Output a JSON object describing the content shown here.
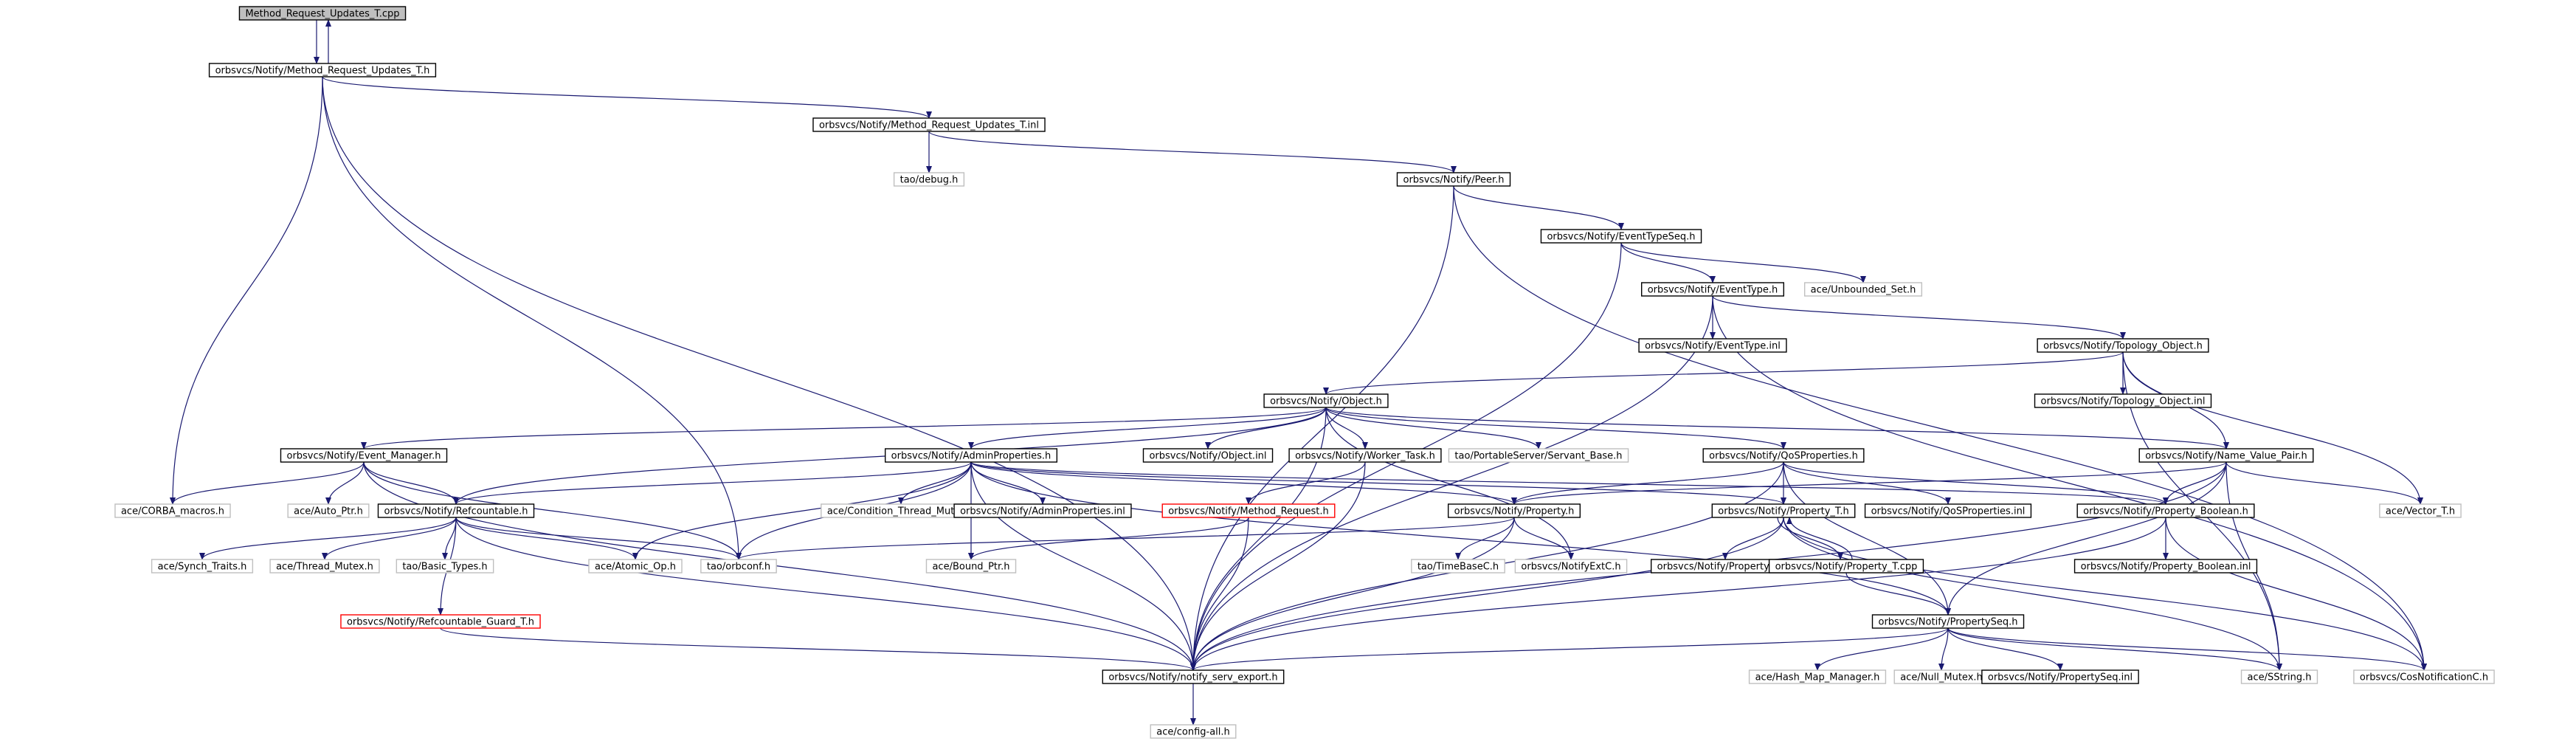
{
  "diagram": {
    "type": "include-dependency-graph",
    "colors": {
      "edge": "#191970",
      "root_fill": "#bfbfbf",
      "node_border": "#000000",
      "missing_border": "#bfbfbf",
      "truncated_border": "#ff0000",
      "text": "#000000"
    },
    "nodes": [
      {
        "id": "cpp",
        "label": "Method_Request_Updates_T.cpp",
        "kind": "root"
      },
      {
        "id": "mrut_h",
        "label": "orbsvcs/Notify/Method_Request_Updates_T.h",
        "kind": "normal"
      },
      {
        "id": "mrut_inl",
        "label": "orbsvcs/Notify/Method_Request_Updates_T.inl",
        "kind": "normal"
      },
      {
        "id": "debug",
        "label": "tao/debug.h",
        "kind": "missing"
      },
      {
        "id": "peer",
        "label": "orbsvcs/Notify/Peer.h",
        "kind": "normal"
      },
      {
        "id": "ets",
        "label": "orbsvcs/Notify/EventTypeSeq.h",
        "kind": "normal"
      },
      {
        "id": "unbset",
        "label": "ace/Unbounded_Set.h",
        "kind": "missing"
      },
      {
        "id": "et",
        "label": "orbsvcs/Notify/EventType.h",
        "kind": "normal"
      },
      {
        "id": "et_inl",
        "label": "orbsvcs/Notify/EventType.inl",
        "kind": "normal"
      },
      {
        "id": "topo",
        "label": "orbsvcs/Notify/Topology_Object.h",
        "kind": "normal"
      },
      {
        "id": "topo_inl",
        "label": "orbsvcs/Notify/Topology_Object.inl",
        "kind": "normal"
      },
      {
        "id": "obj",
        "label": "orbsvcs/Notify/Object.h",
        "kind": "normal"
      },
      {
        "id": "evm",
        "label": "orbsvcs/Notify/Event_Manager.h",
        "kind": "normal"
      },
      {
        "id": "adminp",
        "label": "orbsvcs/Notify/AdminProperties.h",
        "kind": "normal"
      },
      {
        "id": "obj_inl",
        "label": "orbsvcs/Notify/Object.inl",
        "kind": "normal"
      },
      {
        "id": "wtask",
        "label": "orbsvcs/Notify/Worker_Task.h",
        "kind": "normal"
      },
      {
        "id": "servant",
        "label": "tao/PortableServer/Servant_Base.h",
        "kind": "missing"
      },
      {
        "id": "qosp",
        "label": "orbsvcs/Notify/QoSProperties.h",
        "kind": "normal"
      },
      {
        "id": "nvp",
        "label": "orbsvcs/Notify/Name_Value_Pair.h",
        "kind": "normal"
      },
      {
        "id": "corba_macros",
        "label": "ace/CORBA_macros.h",
        "kind": "missing"
      },
      {
        "id": "autoptr",
        "label": "ace/Auto_Ptr.h",
        "kind": "missing"
      },
      {
        "id": "refc",
        "label": "orbsvcs/Notify/Refcountable.h",
        "kind": "normal"
      },
      {
        "id": "cond",
        "label": "ace/Condition_Thread_Mutex.h",
        "kind": "missing"
      },
      {
        "id": "adminp_inl",
        "label": "orbsvcs/Notify/AdminProperties.inl",
        "kind": "normal"
      },
      {
        "id": "mreq",
        "label": "orbsvcs/Notify/Method_Request.h",
        "kind": "truncated"
      },
      {
        "id": "prop",
        "label": "orbsvcs/Notify/Property.h",
        "kind": "normal"
      },
      {
        "id": "propT",
        "label": "orbsvcs/Notify/Property_T.h",
        "kind": "normal"
      },
      {
        "id": "qosp_inl",
        "label": "orbsvcs/Notify/QoSProperties.inl",
        "kind": "normal"
      },
      {
        "id": "propB",
        "label": "orbsvcs/Notify/Property_Boolean.h",
        "kind": "normal"
      },
      {
        "id": "vector",
        "label": "ace/Vector_T.h",
        "kind": "missing"
      },
      {
        "id": "synch",
        "label": "ace/Synch_Traits.h",
        "kind": "missing"
      },
      {
        "id": "tmutex",
        "label": "ace/Thread_Mutex.h",
        "kind": "missing"
      },
      {
        "id": "basic",
        "label": "tao/Basic_Types.h",
        "kind": "missing"
      },
      {
        "id": "atomic",
        "label": "ace/Atomic_Op.h",
        "kind": "missing"
      },
      {
        "id": "orbconf",
        "label": "tao/orbconf.h",
        "kind": "missing"
      },
      {
        "id": "bound",
        "label": "ace/Bound_Ptr.h",
        "kind": "missing"
      },
      {
        "id": "tbase",
        "label": "tao/TimeBaseC.h",
        "kind": "missing"
      },
      {
        "id": "nextc",
        "label": "orbsvcs/NotifyExtC.h",
        "kind": "missing"
      },
      {
        "id": "propT_inl",
        "label": "orbsvcs/Notify/Property_T.inl",
        "kind": "normal"
      },
      {
        "id": "propT_cpp",
        "label": "orbsvcs/Notify/Property_T.cpp",
        "kind": "normal"
      },
      {
        "id": "propB_inl",
        "label": "orbsvcs/Notify/Property_Boolean.inl",
        "kind": "normal"
      },
      {
        "id": "refguard",
        "label": "orbsvcs/Notify/Refcountable_Guard_T.h",
        "kind": "truncated"
      },
      {
        "id": "pseq",
        "label": "orbsvcs/Notify/PropertySeq.h",
        "kind": "normal"
      },
      {
        "id": "export",
        "label": "orbsvcs/Notify/notify_serv_export.h",
        "kind": "normal"
      },
      {
        "id": "hashmap",
        "label": "ace/Hash_Map_Manager.h",
        "kind": "missing"
      },
      {
        "id": "nullmutex",
        "label": "ace/Null_Mutex.h",
        "kind": "missing"
      },
      {
        "id": "pseq_inl",
        "label": "orbsvcs/Notify/PropertySeq.inl",
        "kind": "normal"
      },
      {
        "id": "sstring",
        "label": "ace/SString.h",
        "kind": "missing"
      },
      {
        "id": "cosnot",
        "label": "orbsvcs/CosNotificationC.h",
        "kind": "missing"
      },
      {
        "id": "configall",
        "label": "ace/config-all.h",
        "kind": "missing"
      }
    ],
    "edges": [
      [
        "cpp",
        "mrut_h"
      ],
      [
        "mrut_h",
        "cpp"
      ],
      [
        "mrut_h",
        "mrut_inl"
      ],
      [
        "mrut_h",
        "corba_macros"
      ],
      [
        "mrut_h",
        "orbconf"
      ],
      [
        "mrut_h",
        "export"
      ],
      [
        "mrut_inl",
        "debug"
      ],
      [
        "mrut_inl",
        "peer"
      ],
      [
        "peer",
        "ets"
      ],
      [
        "peer",
        "export"
      ],
      [
        "peer",
        "cosnot"
      ],
      [
        "ets",
        "et"
      ],
      [
        "ets",
        "unbset"
      ],
      [
        "ets",
        "export"
      ],
      [
        "et",
        "et_inl"
      ],
      [
        "et",
        "topo"
      ],
      [
        "et",
        "export"
      ],
      [
        "et",
        "cosnot"
      ],
      [
        "topo",
        "topo_inl"
      ],
      [
        "topo",
        "obj"
      ],
      [
        "topo",
        "nvp"
      ],
      [
        "topo",
        "vector"
      ],
      [
        "topo",
        "sstring"
      ],
      [
        "obj",
        "evm"
      ],
      [
        "obj",
        "adminp"
      ],
      [
        "obj",
        "obj_inl"
      ],
      [
        "obj",
        "wtask"
      ],
      [
        "obj",
        "servant"
      ],
      [
        "obj",
        "qosp"
      ],
      [
        "obj",
        "nvp"
      ],
      [
        "obj",
        "refc"
      ],
      [
        "obj",
        "export"
      ],
      [
        "obj",
        "nextc"
      ],
      [
        "evm",
        "corba_macros"
      ],
      [
        "evm",
        "autoptr"
      ],
      [
        "evm",
        "refc"
      ],
      [
        "evm",
        "orbconf"
      ],
      [
        "evm",
        "export"
      ],
      [
        "adminp",
        "cond"
      ],
      [
        "adminp",
        "adminp_inl"
      ],
      [
        "adminp",
        "prop"
      ],
      [
        "adminp",
        "propT"
      ],
      [
        "adminp",
        "propB"
      ],
      [
        "adminp",
        "refc"
      ],
      [
        "adminp",
        "atomic"
      ],
      [
        "adminp",
        "orbconf"
      ],
      [
        "adminp",
        "bound"
      ],
      [
        "adminp",
        "export"
      ],
      [
        "adminp",
        "pseq"
      ],
      [
        "wtask",
        "mreq"
      ],
      [
        "wtask",
        "export"
      ],
      [
        "qosp",
        "prop"
      ],
      [
        "qosp",
        "propT"
      ],
      [
        "qosp",
        "qosp_inl"
      ],
      [
        "qosp",
        "propB"
      ],
      [
        "qosp",
        "export"
      ],
      [
        "qosp",
        "pseq"
      ],
      [
        "nvp",
        "prop"
      ],
      [
        "nvp",
        "propB"
      ],
      [
        "nvp",
        "vector"
      ],
      [
        "nvp",
        "sstring"
      ],
      [
        "nvp",
        "export"
      ],
      [
        "nvp",
        "pseq"
      ],
      [
        "refc",
        "synch"
      ],
      [
        "refc",
        "tmutex"
      ],
      [
        "refc",
        "basic"
      ],
      [
        "refc",
        "atomic"
      ],
      [
        "refc",
        "orbconf"
      ],
      [
        "refc",
        "refguard"
      ],
      [
        "refc",
        "export"
      ],
      [
        "mreq",
        "bound"
      ],
      [
        "mreq",
        "export"
      ],
      [
        "prop",
        "tbase"
      ],
      [
        "prop",
        "nextc"
      ],
      [
        "prop",
        "orbconf"
      ],
      [
        "prop",
        "export"
      ],
      [
        "propT",
        "propT_inl"
      ],
      [
        "propT",
        "propT_cpp"
      ],
      [
        "propT",
        "sstring"
      ],
      [
        "propT",
        "cosnot"
      ],
      [
        "propT",
        "export"
      ],
      [
        "propT_cpp",
        "propT"
      ],
      [
        "propT_cpp",
        "pseq"
      ],
      [
        "propB",
        "propB_inl"
      ],
      [
        "propB",
        "cosnot"
      ],
      [
        "propB",
        "export"
      ],
      [
        "refguard",
        "export"
      ],
      [
        "pseq",
        "hashmap"
      ],
      [
        "pseq",
        "nullmutex"
      ],
      [
        "pseq",
        "pseq_inl"
      ],
      [
        "pseq",
        "sstring"
      ],
      [
        "pseq",
        "cosnot"
      ],
      [
        "pseq",
        "export"
      ],
      [
        "export",
        "configall"
      ]
    ]
  }
}
